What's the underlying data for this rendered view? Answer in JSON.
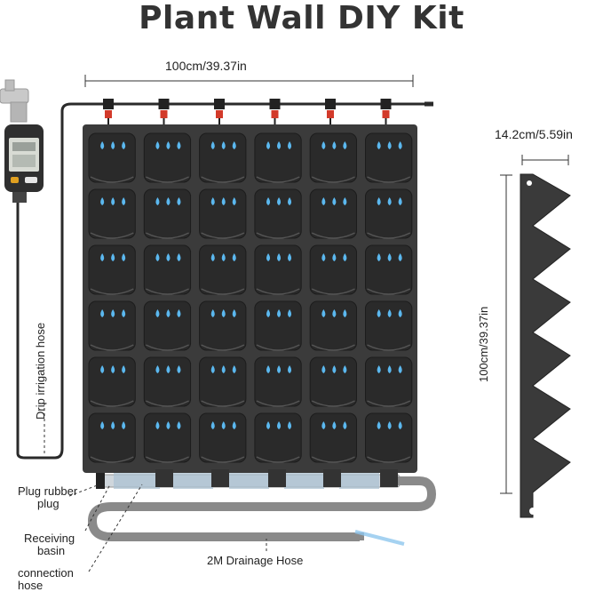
{
  "title": "Plant Wall DIY Kit",
  "dimensions": {
    "width": "100cm/39.37in",
    "depth": "14.2cm/5.59in",
    "height": "100cm/39.37in"
  },
  "labels": {
    "drip_hose": "Drip irrigation hose",
    "plug": "Plug rubber plug",
    "plug_line1": "Plug rubber",
    "plug_line2": "plug",
    "basin_line1": "Receiving",
    "basin_line2": "basin",
    "connection_line1": "connection",
    "connection_line2": "hose",
    "drainage": "2M Drainage Hose"
  },
  "grid": {
    "rows": 6,
    "columns": 6
  },
  "colors": {
    "panel": "#3b3b3b",
    "pot": "#2a2a2a",
    "drip": "#5bb8ef",
    "valve": "#d23a2a",
    "hose": "#8a8a8a"
  }
}
